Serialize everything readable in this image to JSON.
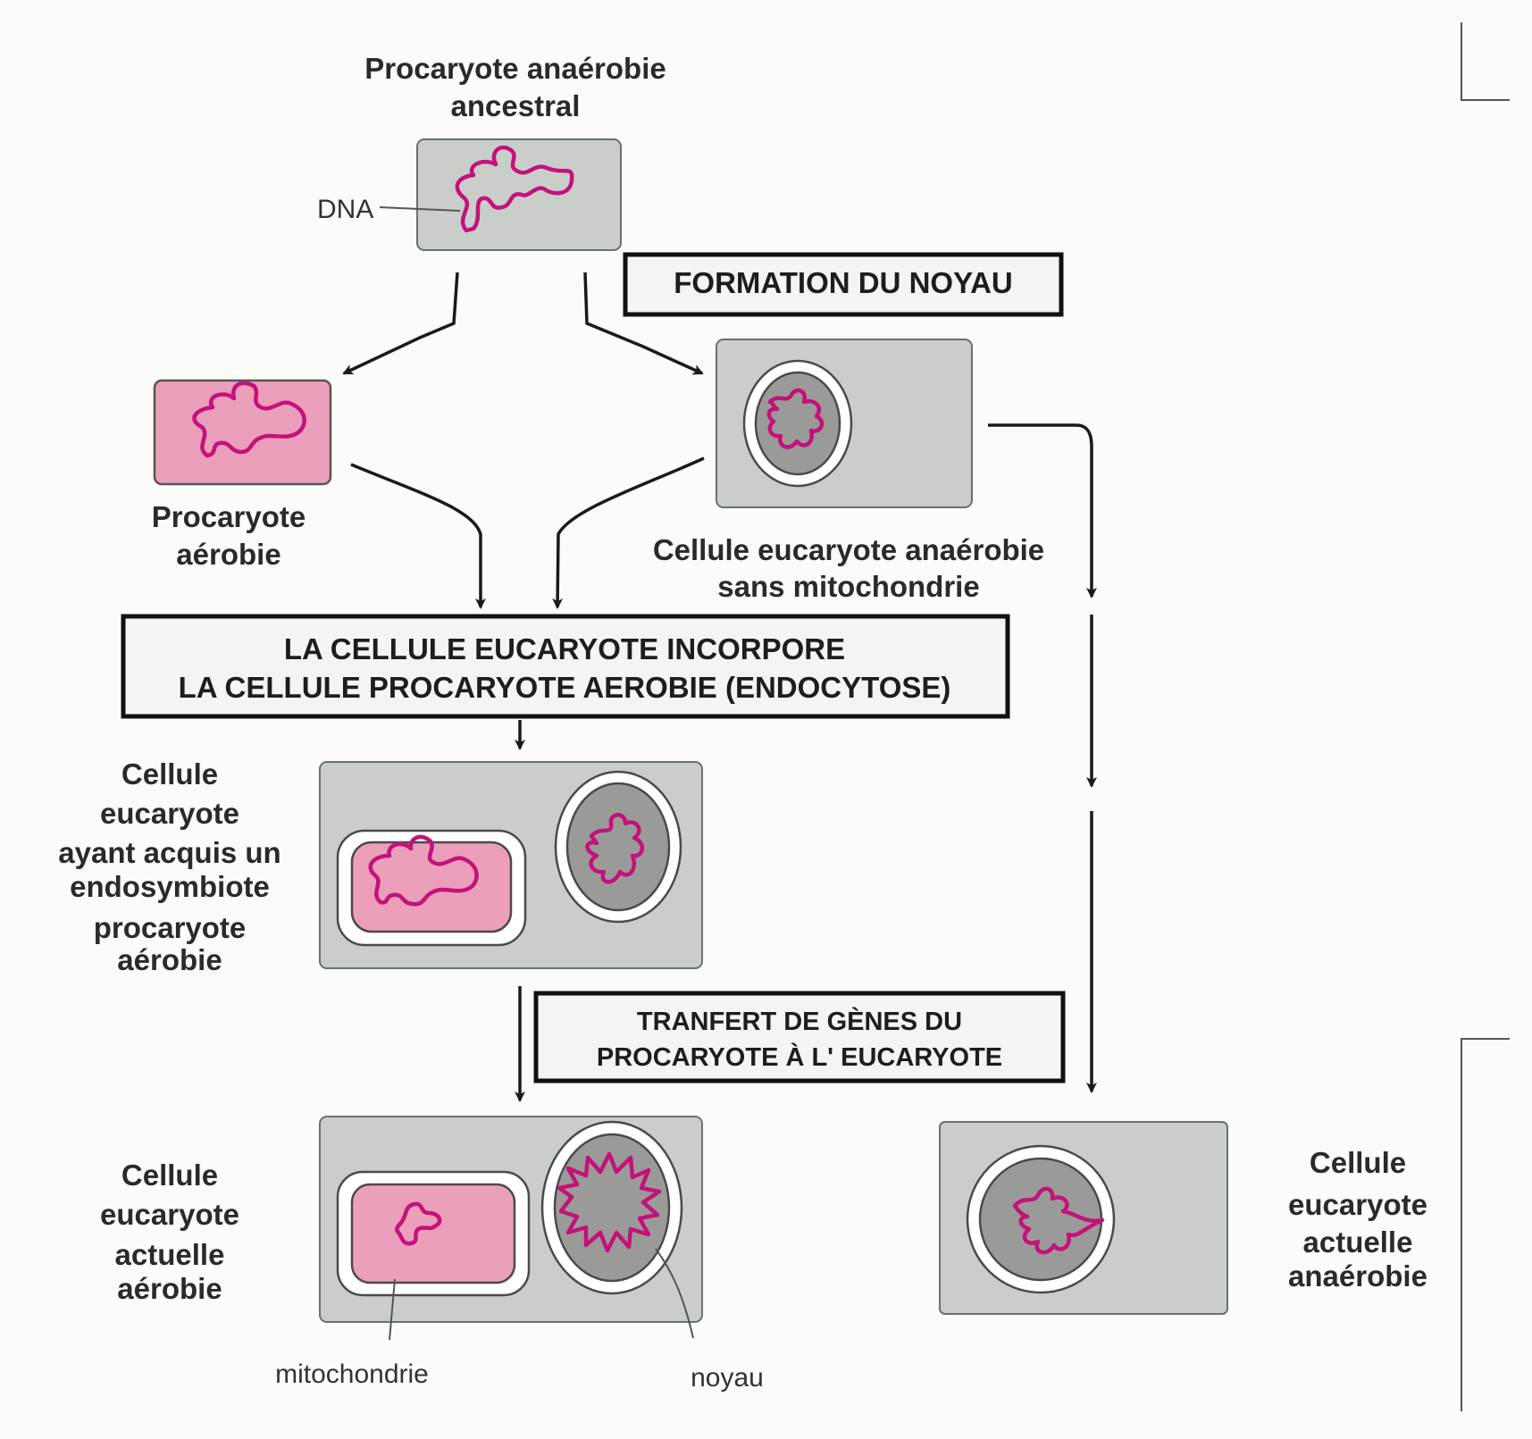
{
  "nodes": {
    "ancestral": {
      "line1": "Procaryote anaérobie",
      "line2": "ancestral",
      "dna_label": "DNA"
    },
    "aerobic": {
      "line1": "Procaryote",
      "line2": "aérobie"
    },
    "anaerobic_euk": {
      "line1": "Cellule eucaryote anaérobie",
      "line2": "sans mitochondrie"
    },
    "endosymbiont": {
      "line1": "Cellule",
      "line2": "eucaryote",
      "line3": "ayant acquis un",
      "line4": "endosymbiote",
      "line5": "procaryote",
      "line6": "aérobie"
    },
    "modern_aerobic": {
      "line1": "Cellule",
      "line2": "eucaryote",
      "line3": "actuelle",
      "line4": "aérobie",
      "mito_label": "mitochondrie",
      "nucleus_label": "noyau"
    },
    "modern_anaerobic": {
      "line1": "Cellule",
      "line2": "eucaryote",
      "line3": "actuelle",
      "line4": "anaérobie"
    }
  },
  "steps": {
    "nucleus_formation": "FORMATION DU NOYAU",
    "endocytosis_line1": "LA CELLULE EUCARYOTE INCORPORE",
    "endocytosis_line2": "LA CELLULE PROCARYOTE AEROBIE (ENDOCYTOSE)",
    "gene_transfer_line1": "TRANFERT DE GÈNES DU",
    "gene_transfer_line2": "PROCARYOTE À L' EUCARYOTE"
  }
}
